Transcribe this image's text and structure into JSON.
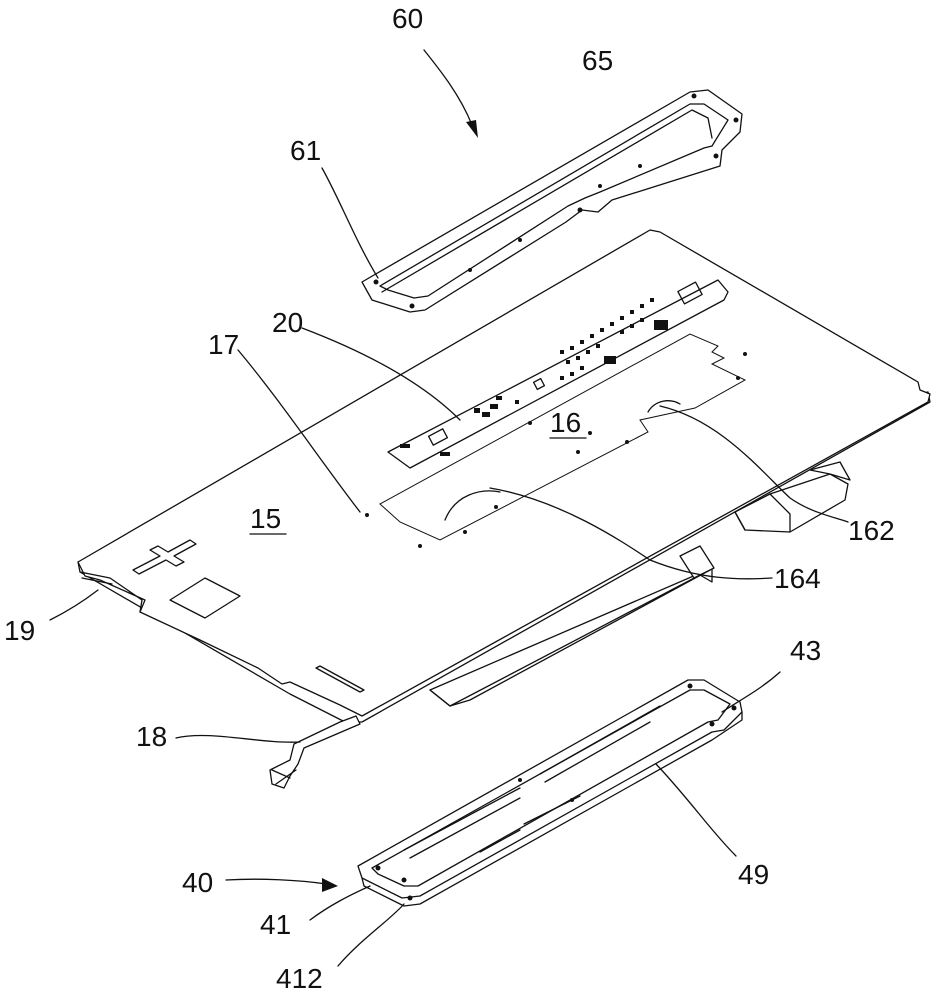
{
  "figure": {
    "description_labels": {
      "assembly_top": "60",
      "cover": "65",
      "cover_flange": "61",
      "board": "20",
      "connector_ref": "17",
      "region": "16",
      "cable_a": "162",
      "panel": "15",
      "cable_b": "164",
      "panel_edge": "19",
      "bottom_tab": "43",
      "flex": "18",
      "assembly_bottom": "40",
      "tray_side": "49",
      "tray": "41",
      "tray_hole": "412"
    }
  },
  "colors": {
    "line": "#111111",
    "background": "#ffffff"
  }
}
